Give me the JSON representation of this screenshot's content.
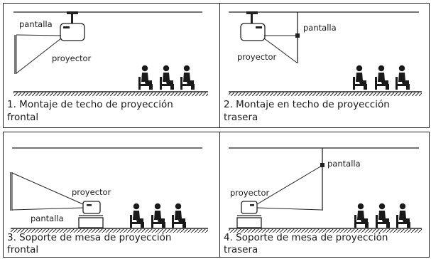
{
  "labels": {
    "screen": "pantalla",
    "projector": "proyector"
  },
  "panels": [
    {
      "caption_line1": "1. Montaje de techo de proyección",
      "caption_line2": "frontal"
    },
    {
      "caption_line1": "2. Montaje en techo de proyección",
      "caption_line2": "trasera"
    },
    {
      "caption_line1": "3. Soporte de mesa de proyección",
      "caption_line2": "frontal"
    },
    {
      "caption_line1": "4. Soporte de mesa de proyección",
      "caption_line2": "trasera"
    }
  ]
}
